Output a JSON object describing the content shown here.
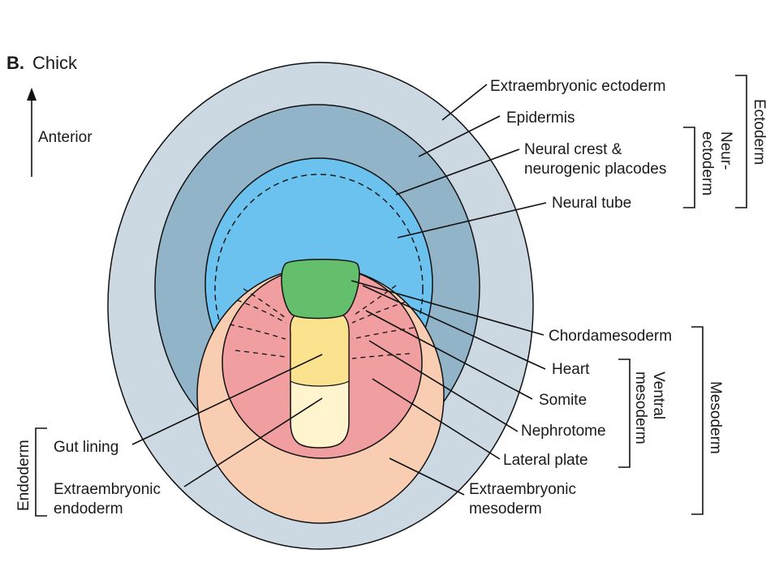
{
  "panel": {
    "letter": "B.",
    "title": "Chick"
  },
  "orientation": {
    "label": "Anterior"
  },
  "colors": {
    "extraembryonic_ectoderm": "#ccd9e3",
    "epidermis": "#92b4c8",
    "neural_tube": "#6bc2ef",
    "extraembryonic_mesoderm": "#f8cdb2",
    "ventral_mesoderm": "#f09ea0",
    "chordamesoderm": "#63bf6b",
    "gut_lining": "#fbe28f",
    "extraembryonic_endoderm": "#fff4cd"
  },
  "labels": {
    "extraembryonic_ectoderm": "Extraembryonic ectoderm",
    "epidermis": "Epidermis",
    "neural_crest_line1": "Neural crest &",
    "neural_crest_line2": "neurogenic placodes",
    "neural_tube": "Neural tube",
    "chordamesoderm": "Chordamesoderm",
    "heart": "Heart",
    "somite": "Somite",
    "nephrotome": "Nephrotome",
    "lateral_plate": "Lateral plate",
    "extraembryonic_mesoderm_line1": "Extraembryonic",
    "extraembryonic_mesoderm_line2": "mesoderm",
    "gut_lining": "Gut lining",
    "extraembryonic_endoderm_line1": "Extraembryonic",
    "extraembryonic_endoderm_line2": "endoderm"
  },
  "groups": {
    "ectoderm": "Ectoderm",
    "neurectoderm_line1": "Neur-",
    "neurectoderm_line2": "ectoderm",
    "mesoderm": "Mesoderm",
    "ventral_mesoderm_line1": "Ventral",
    "ventral_mesoderm_line2": "mesoderm",
    "endoderm": "Endoderm"
  }
}
